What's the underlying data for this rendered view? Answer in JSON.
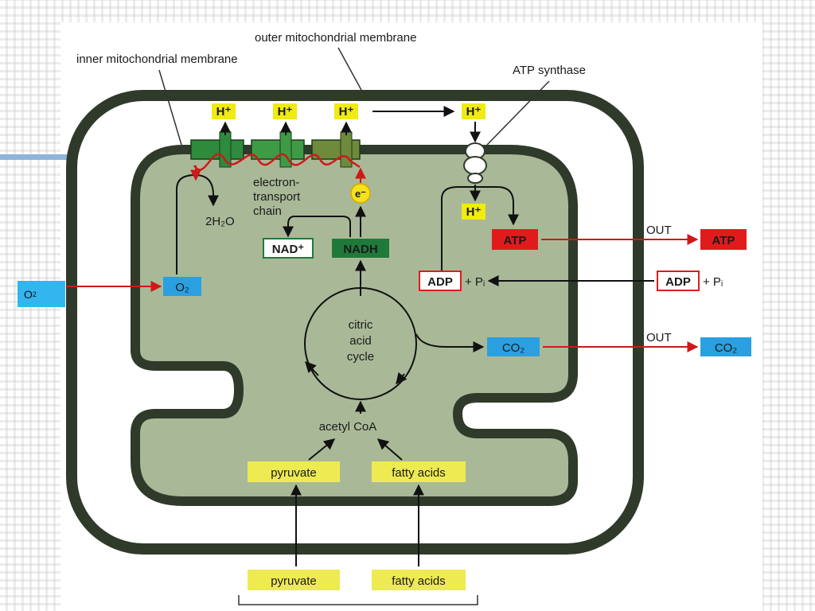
{
  "callout": {
    "label": "O",
    "sub": "2"
  },
  "labels": {
    "outer_membrane": "outer mitochondrial membrane",
    "inner_membrane": "inner mitochondrial membrane",
    "atp_synthase": "ATP synthase",
    "hplus": "H⁺",
    "etc_line1": "electron-",
    "etc_line2": "transport",
    "etc_line3": "chain",
    "water": "2H₂O",
    "electron": "e⁻",
    "nad": "NAD⁺",
    "nadh": "NADH",
    "o2": "O₂",
    "tca_line1": "citric",
    "tca_line2": "acid",
    "tca_line3": "cycle",
    "acetyl_coa": "acetyl CoA",
    "pyruvate": "pyruvate",
    "fatty_acids": "fatty acids",
    "atp": "ATP",
    "adp": "ADP",
    "plus_pi": "+ Pᵢ",
    "co2": "CO₂",
    "out": "OUT"
  },
  "colors": {
    "matrix": "#a9b998",
    "membrane": "#2f3a2a",
    "hplus_box": "#f0eb10",
    "atp_red": "#e11b1b",
    "co2_blue": "#2aa0e0",
    "nadh_green": "#1f7a3a",
    "substrate_yellow": "#eeea52"
  }
}
